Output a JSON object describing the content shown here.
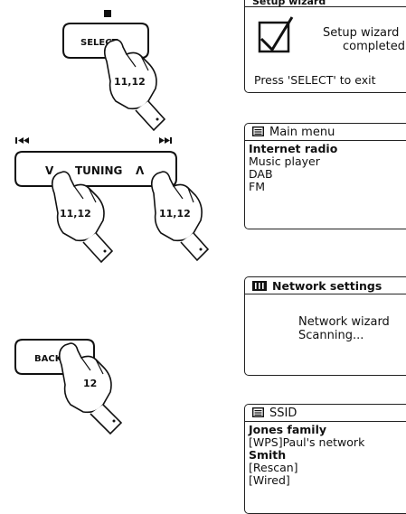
{
  "buttons": {
    "select": {
      "label": "SELECT",
      "step": "11,12"
    },
    "tuning": {
      "label": "TUNING",
      "down": "V",
      "up": "Λ",
      "step_left": "11,12",
      "step_right": "11,12"
    },
    "back": {
      "label": "BACK",
      "step": "12"
    }
  },
  "screens": {
    "setup_wizard": {
      "title": "Setup wizard",
      "message_line1": "Setup wizard",
      "message_line2": "completed",
      "footer": "Press 'SELECT' to exit"
    },
    "main_menu": {
      "title": "Main menu",
      "items": [
        "Internet radio",
        "Music player",
        "DAB",
        "FM"
      ],
      "selected_index": 0
    },
    "network_settings": {
      "title": "Network settings",
      "line1": "Network wizard",
      "line2": "Scanning..."
    },
    "ssid": {
      "title": "SSID",
      "items": [
        "Jones family",
        "[WPS]Paul's network",
        "Smith",
        "[Rescan]",
        "[Wired]"
      ],
      "selected_index": 0
    }
  },
  "icons": {
    "stop_glyph": "■",
    "prev_glyph": "◀◀",
    "next_glyph": "▶▶"
  }
}
